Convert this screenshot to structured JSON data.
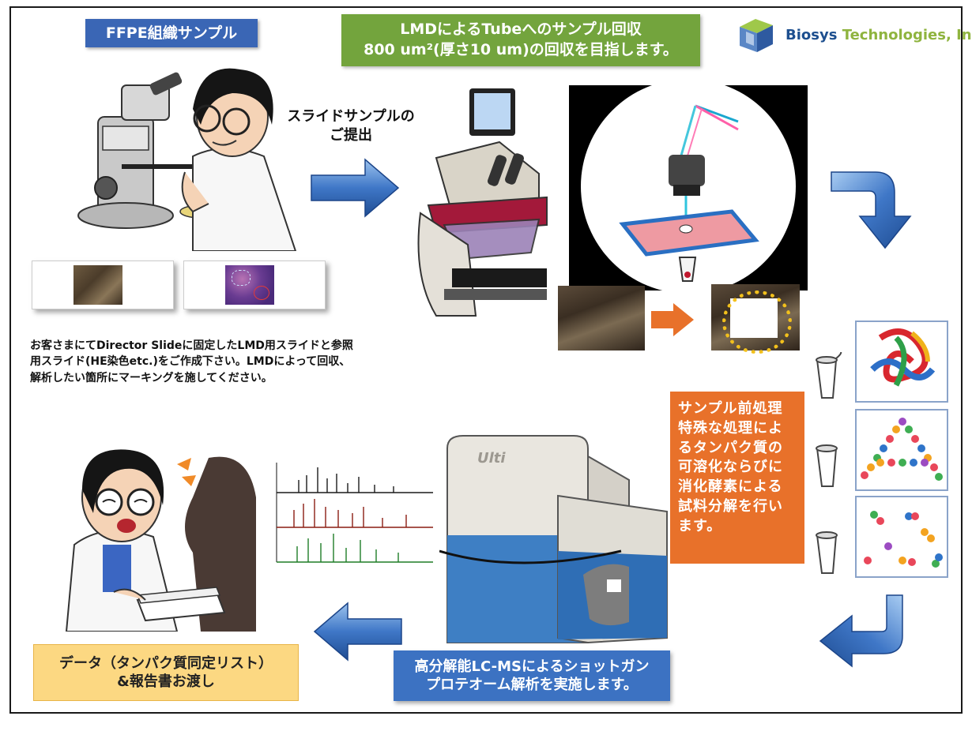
{
  "titles": {
    "ffpe": "FFPE組織サンプル",
    "lmd_line1": "LMDによるTubeへのサンプル回収",
    "lmd_line2": "800 um²(厚さ10 um)の回収を目指します。"
  },
  "logo": {
    "name": "Biosys",
    "name_accent": "Technologies, Inc."
  },
  "slide_submit": "スライドサンプルの\nご提出",
  "customer_note": "お客さまにてDirector Slideに固定したLMD用スライドと参照\n用スライド(HE染色etc.)をご作成下さい。LMDによって回収、\n解析したい箇所にマーキングを施してください。",
  "pretreatment": "サンプル前処理\n特殊な処理によ\nるタンパク質の\n可溶化ならびに\n消化酵素による\n試料分解を行い\nます。",
  "lcms": "高分解能LC-MSによるショットガン\nプロテオーム解析を実施します。",
  "report": "データ（タンパク質同定リスト）\n&報告書お渡し",
  "instrument_brand": "Ulti"
}
